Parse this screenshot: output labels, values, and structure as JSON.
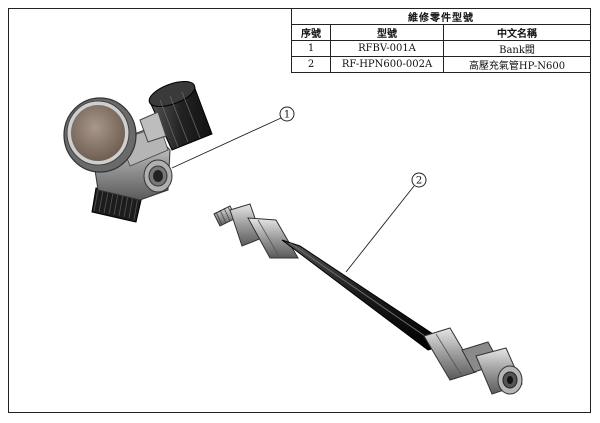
{
  "table": {
    "title": "維修零件型號",
    "headers": [
      "序號",
      "型號",
      "中文名稱"
    ],
    "rows": [
      {
        "no": "1",
        "model": "RFBV-001A",
        "name": "Bank閥"
      },
      {
        "no": "2",
        "model": "RF-HPN600-002A",
        "name": "高壓充氣管HP-N600"
      }
    ]
  },
  "callouts": {
    "one": "1",
    "two": "2"
  },
  "colors": {
    "line": "#222222",
    "hose": "#1a1a1a",
    "metal": "#9a9a9a",
    "knob": "#2b2b2b",
    "gauge_face": "#8c7a66"
  }
}
